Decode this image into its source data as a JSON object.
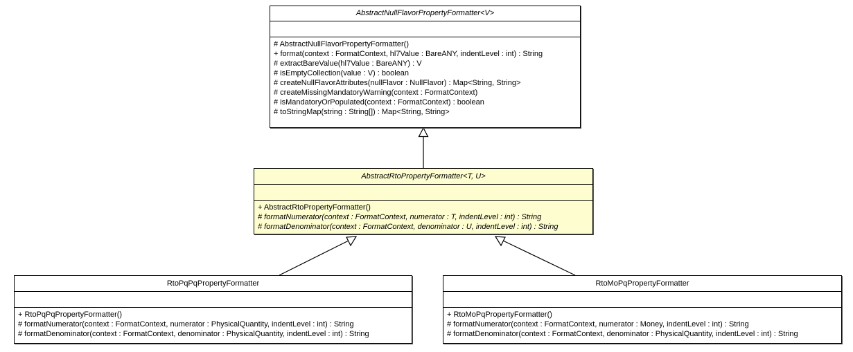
{
  "diagram": {
    "type": "uml-class-diagram",
    "title": "AbstractRtoPropertyFormatter class hierarchy",
    "highlight_color": "#fdfdd0",
    "line_color": "#000000",
    "background": "#ffffff"
  },
  "classes": {
    "abstract_nullflavor": {
      "name": "AbstractNullFlavorPropertyFormatter<V>",
      "abstract": true,
      "highlighted": false,
      "attributes": [],
      "operations": [
        {
          "text": "# AbstractNullFlavorPropertyFormatter()",
          "abstract": false
        },
        {
          "text": "+ format(context : FormatContext, hl7Value : BareANY, indentLevel : int) : String",
          "abstract": false
        },
        {
          "text": "# extractBareValue(hl7Value : BareANY) : V",
          "abstract": false
        },
        {
          "text": "# isEmptyCollection(value : V) : boolean",
          "abstract": false
        },
        {
          "text": "# createNullFlavorAttributes(nullFlavor : NullFlavor) : Map<String, String>",
          "abstract": false
        },
        {
          "text": "# createMissingMandatoryWarning(context : FormatContext)",
          "abstract": false
        },
        {
          "text": "# isMandatoryOrPopulated(context : FormatContext) : boolean",
          "abstract": false
        },
        {
          "text": "# toStringMap(string : String[]) : Map<String, String>",
          "abstract": false
        }
      ]
    },
    "abstract_rto": {
      "name": "AbstractRtoPropertyFormatter<T, U>",
      "abstract": true,
      "highlighted": true,
      "attributes": [],
      "operations": [
        {
          "text": "+ AbstractRtoPropertyFormatter()",
          "abstract": false
        },
        {
          "text": "# formatNumerator(context : FormatContext, numerator : T, indentLevel : int) : String",
          "abstract": true
        },
        {
          "text": "# formatDenominator(context : FormatContext, denominator : U, indentLevel : int) : String",
          "abstract": true
        }
      ]
    },
    "rto_pq_pq": {
      "name": "RtoPqPqPropertyFormatter",
      "abstract": false,
      "highlighted": false,
      "attributes": [],
      "operations": [
        {
          "text": "+ RtoPqPqPropertyFormatter()",
          "abstract": false
        },
        {
          "text": "# formatNumerator(context : FormatContext, numerator : PhysicalQuantity, indentLevel : int) : String",
          "abstract": false
        },
        {
          "text": "# formatDenominator(context : FormatContext, denominator : PhysicalQuantity, indentLevel : int) : String",
          "abstract": false
        }
      ]
    },
    "rto_mo_pq": {
      "name": "RtoMoPqPropertyFormatter",
      "abstract": false,
      "highlighted": false,
      "attributes": [],
      "operations": [
        {
          "text": "+ RtoMoPqPropertyFormatter()",
          "abstract": false
        },
        {
          "text": "# formatNumerator(context : FormatContext, numerator : Money, indentLevel : int) : String",
          "abstract": false
        },
        {
          "text": "# formatDenominator(context : FormatContext, denominator : PhysicalQuantity, indentLevel : int) : String",
          "abstract": false
        }
      ]
    }
  },
  "relationships": [
    {
      "kind": "generalization",
      "from": "abstract_rto",
      "to": "abstract_nullflavor"
    },
    {
      "kind": "generalization",
      "from": "rto_pq_pq",
      "to": "abstract_rto"
    },
    {
      "kind": "generalization",
      "from": "rto_mo_pq",
      "to": "abstract_rto"
    }
  ]
}
